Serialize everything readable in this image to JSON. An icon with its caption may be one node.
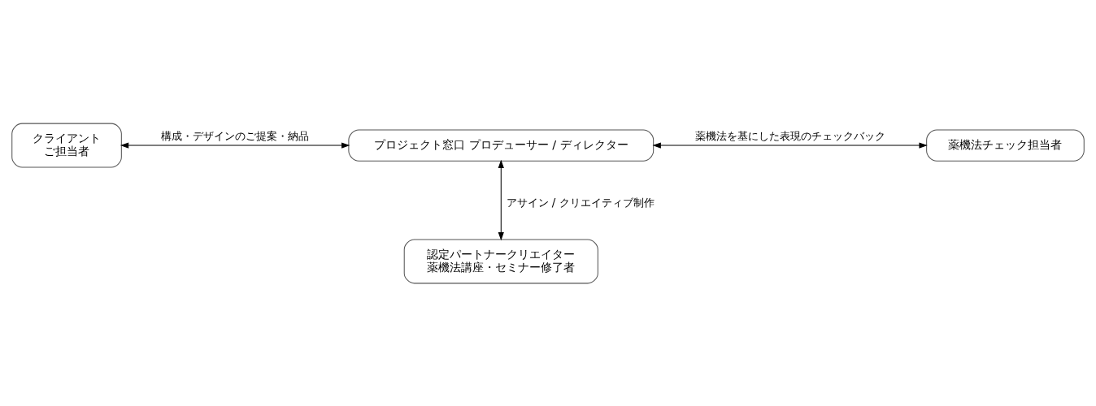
{
  "diagram": {
    "nodes": [
      {
        "text": [
          "クライアント",
          "ご担当者"
        ]
      },
      {
        "text": [
          "プロジェクト窓口 プロデューサー / ディレクター"
        ]
      },
      {
        "text": [
          "薬機法チェック担当者"
        ]
      },
      {
        "text": [
          "認定パートナークリエイター",
          "薬機法講座・セミナー修了者"
        ]
      }
    ],
    "edges": [
      {
        "from": 0,
        "to": 1,
        "arrow": "both",
        "label": "構成・デザインのご提案・納品"
      },
      {
        "from": 1,
        "to": 2,
        "arrow": "both",
        "label": "薬機法を基にした表現のチェックバック"
      },
      {
        "from": 1,
        "to": 3,
        "arrow": "both",
        "label": "アサイン / クリエイティブ制作"
      }
    ]
  }
}
